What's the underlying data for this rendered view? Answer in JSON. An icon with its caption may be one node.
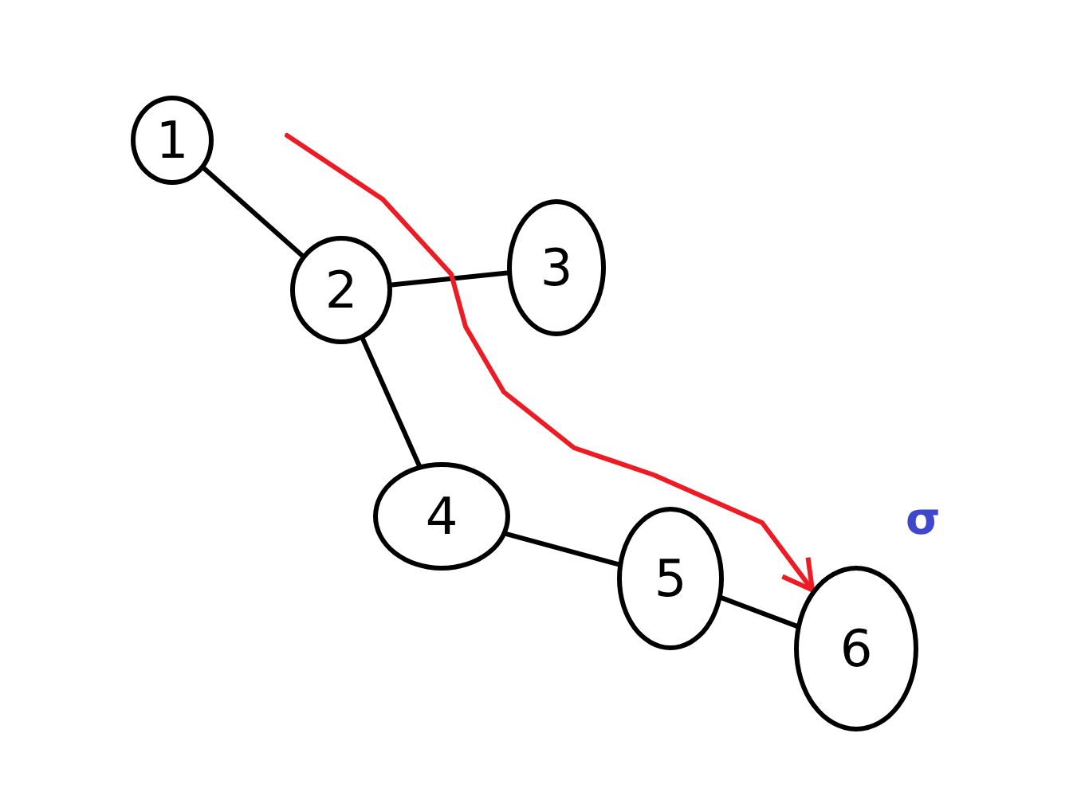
{
  "diagram": {
    "nodes": [
      {
        "text": [
          "1"
        ]
      },
      {
        "text": [
          "2"
        ]
      },
      {
        "text": [
          "3"
        ]
      },
      {
        "text": [
          "4"
        ]
      },
      {
        "text": [
          "5"
        ]
      },
      {
        "text": [
          "6"
        ]
      }
    ],
    "edges": [
      {
        "from": 0,
        "to": 1,
        "arrow": "none"
      },
      {
        "from": 1,
        "to": 2,
        "arrow": "none"
      },
      {
        "from": 1,
        "to": 3,
        "arrow": "none"
      },
      {
        "from": 3,
        "to": 4,
        "arrow": "none"
      },
      {
        "from": 4,
        "to": 5,
        "arrow": "none"
      },
      {
        "from": null,
        "to": 5,
        "arrow": "to",
        "color": "#ed1c24"
      }
    ],
    "labels": [
      "σ"
    ]
  }
}
